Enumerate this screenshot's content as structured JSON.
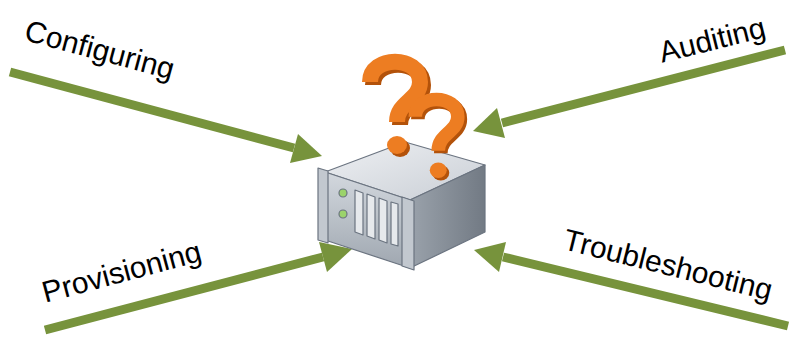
{
  "diagram": {
    "labels": [
      "Configuring",
      "Auditing",
      "Provisioning",
      "Troubleshooting"
    ]
  }
}
